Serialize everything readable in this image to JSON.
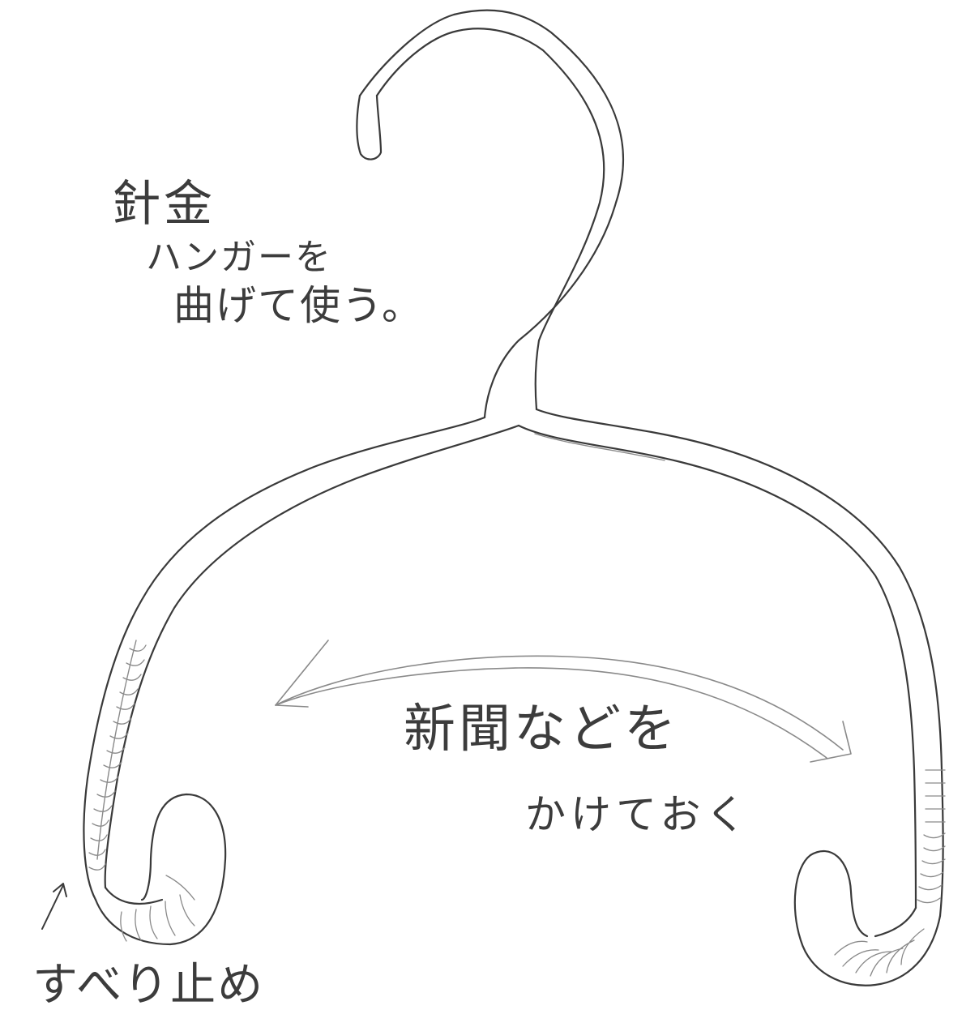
{
  "annotations": {
    "wire_note": {
      "line1": "針金",
      "line2": "ハンガーを",
      "line3": "曲げて使う。"
    },
    "newspaper_note": {
      "line1": "新聞などを",
      "line2": "かけておく"
    },
    "slip_note": "すべり止め"
  },
  "colors": {
    "ink": "#3a3a3a",
    "paper": "#ffffff"
  }
}
